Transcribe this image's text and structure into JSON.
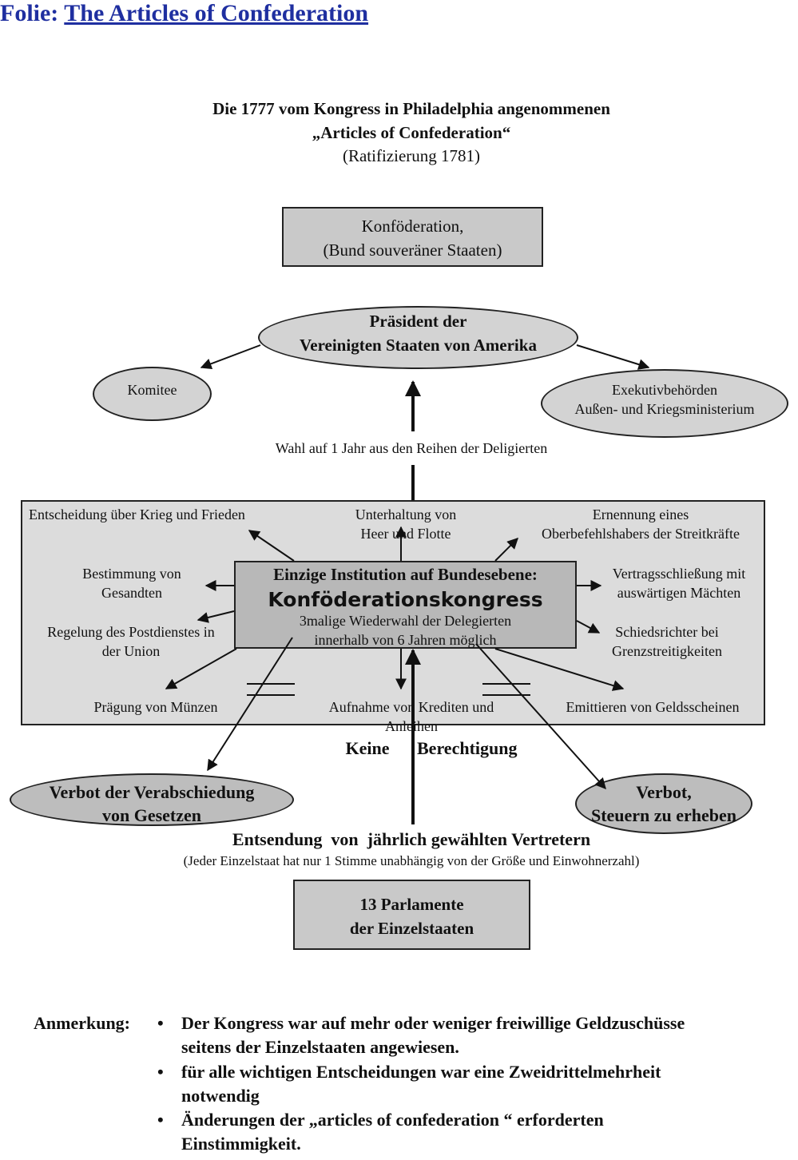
{
  "header": {
    "prefix": "Folie:",
    "title": "The Articles of Confederation"
  },
  "intro": {
    "line1": "Die 1777 vom Kongress in Philadelphia angenommenen",
    "line2": "„Articles of Confederation“",
    "line3": "(Ratifizierung 1781)"
  },
  "konfoederation": {
    "line1": "Konföderation,",
    "line2": "(Bund souveräner Staaten)"
  },
  "president": {
    "line1": "Präsident der",
    "line2": "Vereinigten Staaten von Amerika"
  },
  "komitee": "Komitee",
  "exekutiv": {
    "line1": "Exekutivbehörden",
    "line2": "Außen- und Kriegsministerium"
  },
  "wahl": "Wahl auf 1 Jahr aus den Reihen der Deligierten",
  "powers": {
    "krieg": "Entscheidung über Krieg und Frieden",
    "heer": {
      "line1": "Unterhaltung von",
      "line2": "Heer und Flotte"
    },
    "oberbefehl": {
      "line1": "Ernennung eines",
      "line2": "Oberbefehlshabers der Streitkräfte"
    },
    "gesandte": {
      "line1": "Bestimmung von",
      "line2": "Gesandten"
    },
    "vertrag": {
      "line1": "Vertragsschließung mit",
      "line2": "auswärtigen Mächten"
    },
    "post": {
      "line1": "Regelung des Postdienstes in",
      "line2": "der Union"
    },
    "schieds": {
      "line1": "Schiedsrichter bei",
      "line2": "Grenzstreitigkeiten"
    },
    "muenzen": "Prägung von Münzen",
    "kredite": {
      "line1": "Aufnahme von Krediten und",
      "line2": "Anleihen"
    },
    "geld": "Emittieren von Geldsscheinen"
  },
  "congress": {
    "line1": "Einzige Institution auf Bundesebene:",
    "line2": "Konföderationskongress",
    "line3": "3malige Wiederwahl der Delegierten",
    "line4": "innerhalb von 6 Jahren möglich"
  },
  "keine": "Keine",
  "berechtigung": "Berechtigung",
  "verbot_gesetze": {
    "line1": "Verbot der Verabschiedung",
    "line2": "von Gesetzen"
  },
  "verbot_steuern": {
    "line1": "Verbot,",
    "line2": "Steuern zu erheben"
  },
  "entsendung": {
    "line1": "Entsendung  von  jährlich gewählten Vertretern",
    "line2": "(Jeder Einzelstaat hat nur 1 Stimme unabhängig von der Größe und Einwohnerzahl)"
  },
  "parlamente": {
    "line1": "13 Parlamente",
    "line2": "der Einzelstaaten"
  },
  "anmerkung": {
    "label": "Anmerkung:",
    "items": [
      {
        "line1": "Der Kongress war auf mehr oder weniger freiwillige Geldzuschüsse",
        "line2": "seitens der Einzelstaaten angewiesen."
      },
      {
        "line1": "für alle wichtigen Entscheidungen war eine Zweidrittelmehrheit",
        "line2": "notwendig"
      },
      {
        "line1": "Änderungen der „articles of confederation “ erforderten",
        "line2": "Einstimmigkeit."
      }
    ]
  }
}
